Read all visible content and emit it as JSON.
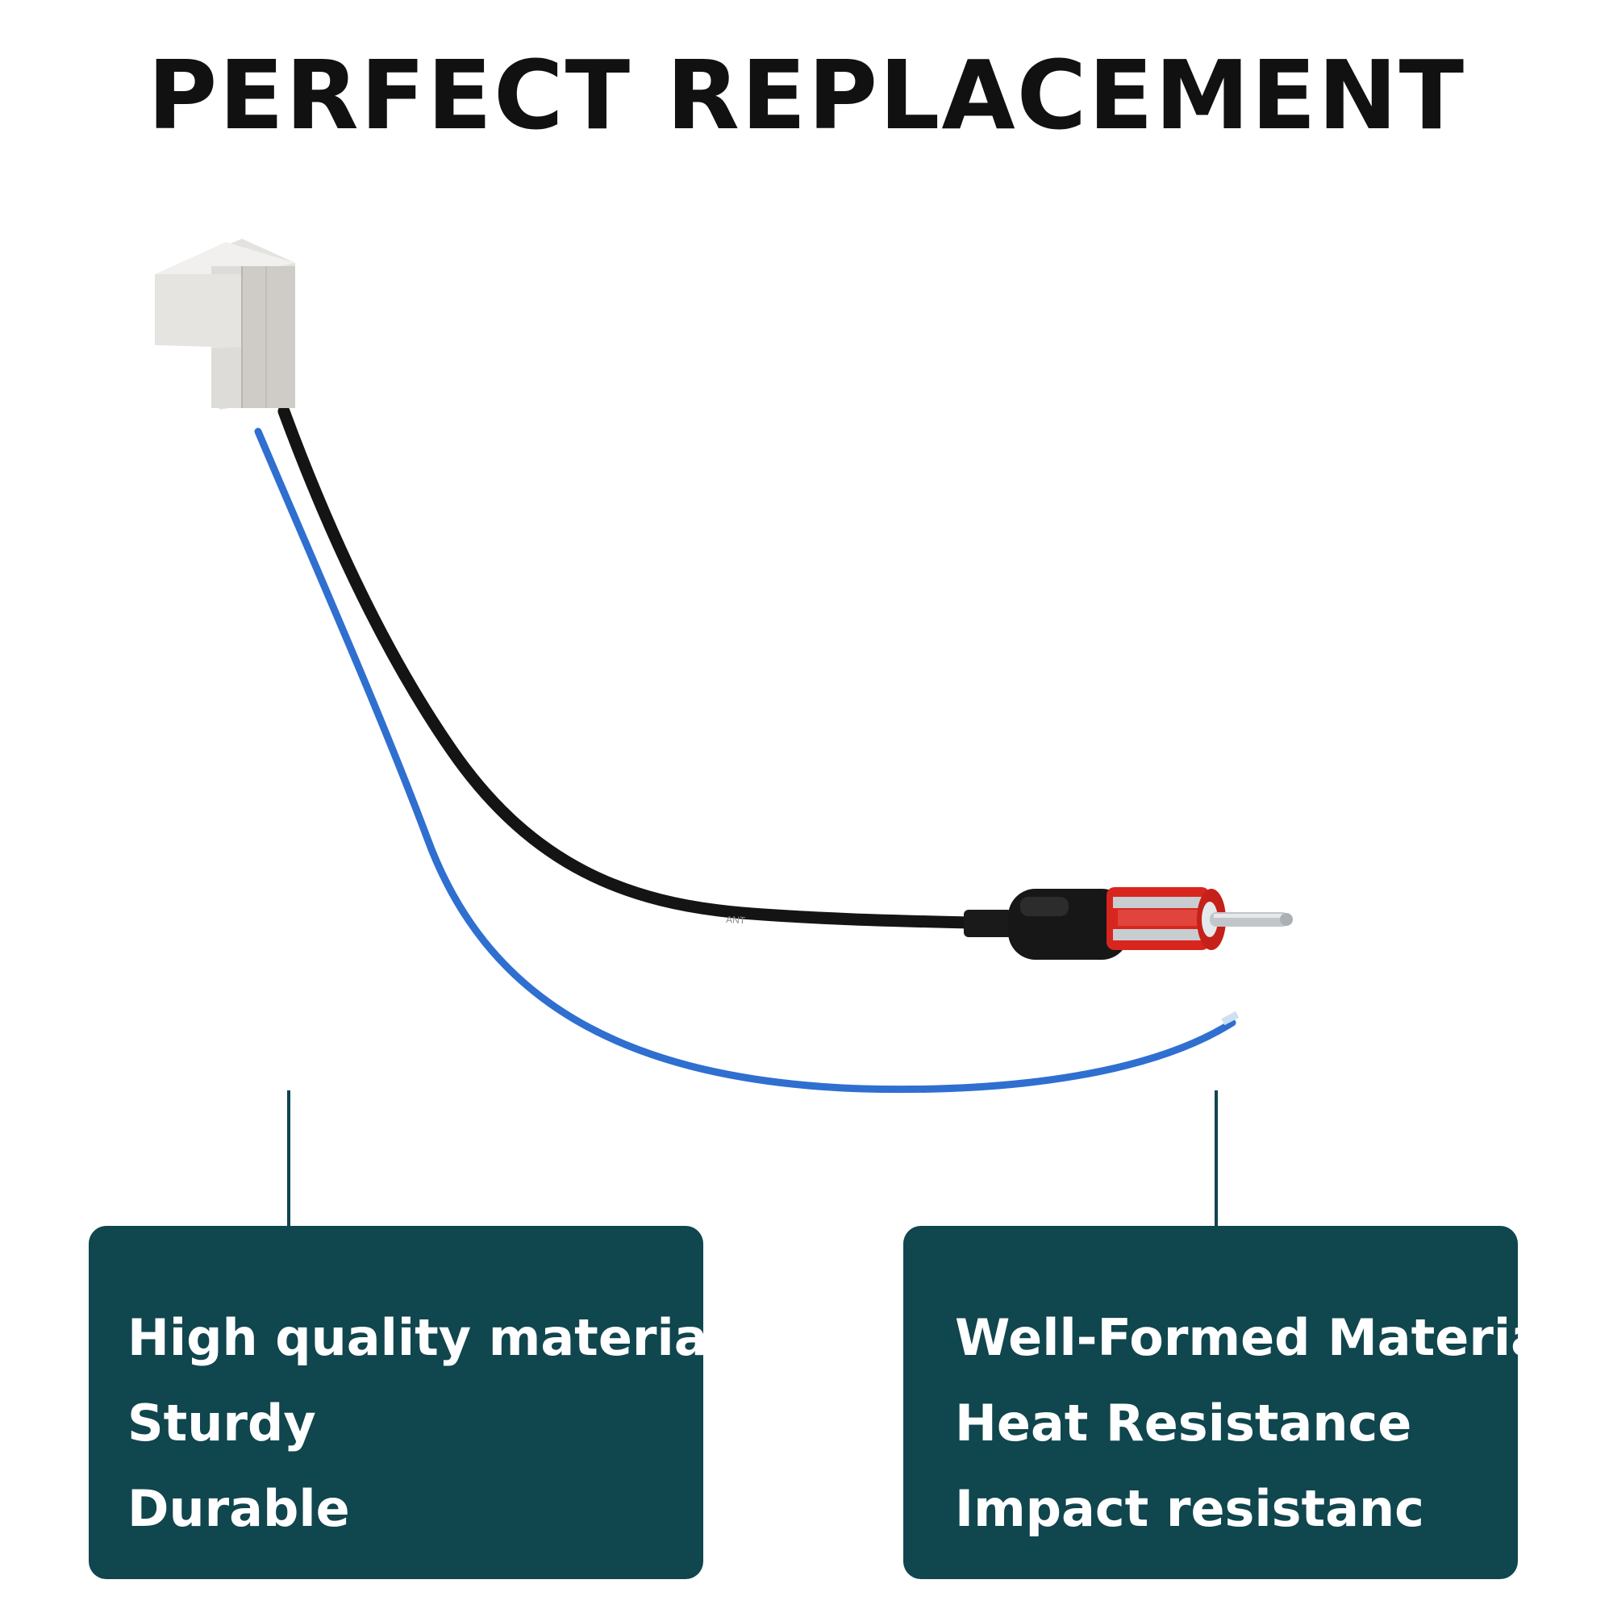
{
  "headline": "PERFECT REPLACEMENT",
  "product": {
    "cable_print": "ANT",
    "colors": {
      "connector": "#e4e2df",
      "black_wire": "#141414",
      "blue_wire": "#2f6fd0",
      "plug_red": "#d8261f",
      "plug_metal": "#bfc3c6"
    }
  },
  "cards": {
    "color": "#10464e",
    "left": {
      "lines": [
        "High quality material",
        "Sturdy",
        "Durable"
      ]
    },
    "right": {
      "lines": [
        "Well-Formed Material",
        "Heat Resistance",
        "Impact resistanc"
      ]
    }
  }
}
